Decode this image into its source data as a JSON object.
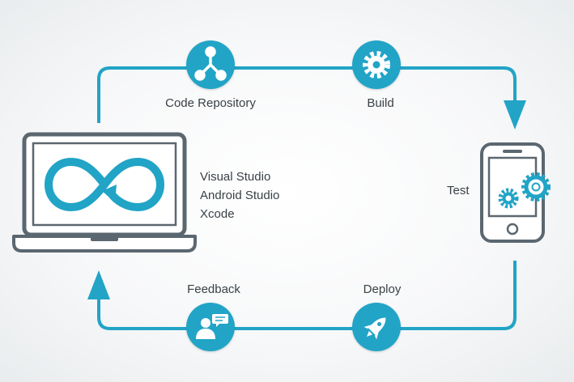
{
  "stages": {
    "code_repository": "Code Repository",
    "build": "Build",
    "test": "Test",
    "deploy": "Deploy",
    "feedback": "Feedback"
  },
  "dev_tools": [
    "Visual Studio",
    "Android Studio",
    "Xcode"
  ],
  "colors": {
    "accent": "#21a4c6",
    "device_outline": "#5b6770",
    "text": "#3a4146"
  },
  "icons": {
    "code_repository": "branch-icon",
    "build": "gear-icon",
    "deploy": "rocket-icon",
    "feedback": "person-chat-icon",
    "laptop_screen": "infinity-loop-icon",
    "phone_screen": "gears-icon"
  }
}
